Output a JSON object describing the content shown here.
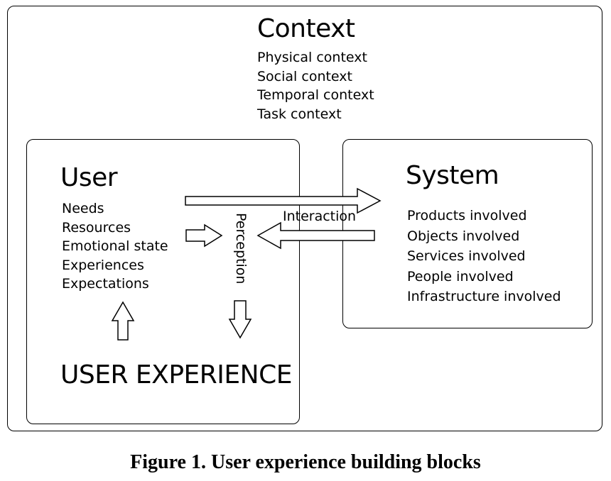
{
  "context": {
    "title": "Context",
    "items": [
      "Physical context",
      "Social context",
      "Temporal context",
      "Task context"
    ]
  },
  "user": {
    "title": "User",
    "items": [
      "Needs",
      "Resources",
      "Emotional state",
      "Experiences",
      "Expectations"
    ]
  },
  "system": {
    "title": "System",
    "items": [
      "Products involved",
      "Objects involved",
      "Services involved",
      "People involved",
      "Infrastructure involved"
    ]
  },
  "labels": {
    "interaction": "Interaction",
    "perception": "Perception",
    "user_experience": "USER EXPERIENCE"
  },
  "caption": "Figure 1. User experience building blocks"
}
